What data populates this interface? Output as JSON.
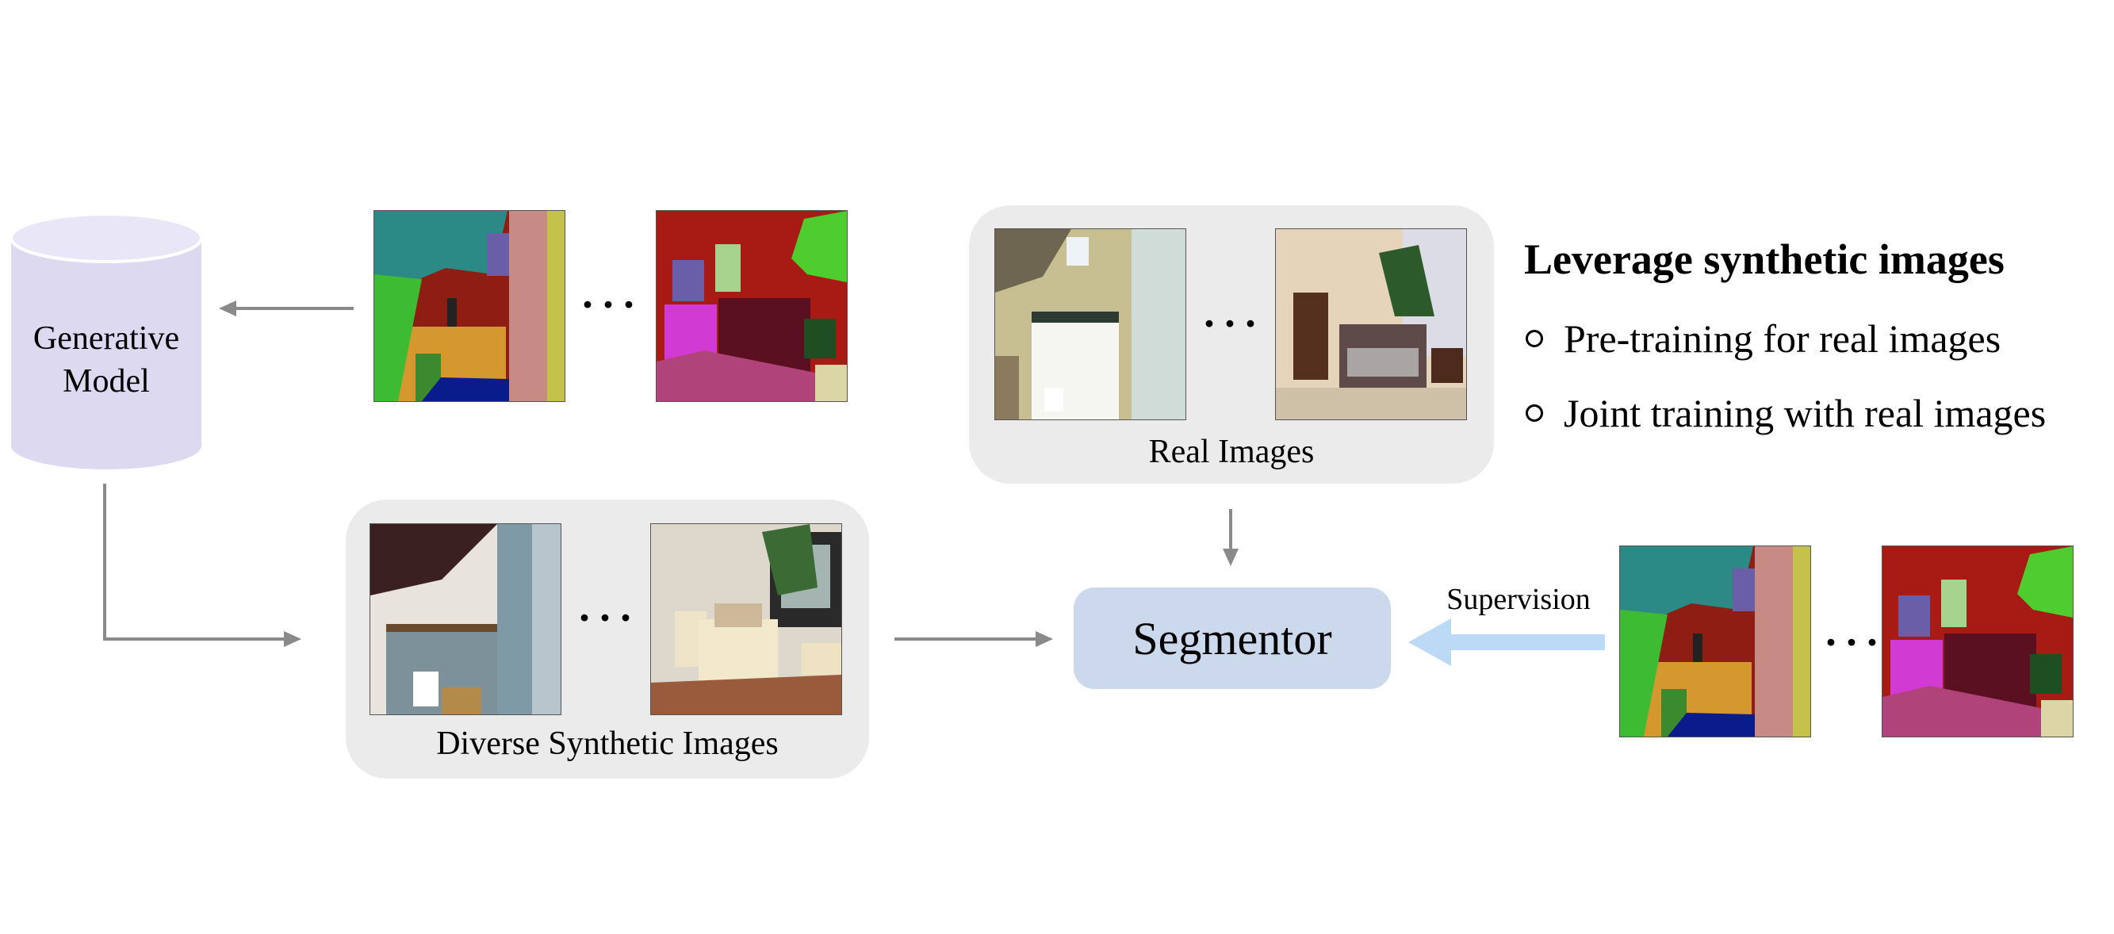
{
  "generative_model": {
    "line1": "Generative",
    "line2": "Model"
  },
  "real_panel": {
    "label": "Real Images"
  },
  "synthetic_panel": {
    "label": "Diverse Synthetic Images"
  },
  "segmentor": {
    "label": "Segmentor"
  },
  "supervision": {
    "label": "Supervision"
  },
  "ellipsis": "···",
  "info": {
    "heading": "Leverage synthetic images",
    "bullets": [
      "Pre-training for real images",
      "Joint training with real images"
    ]
  },
  "colors": {
    "cylinder": "#dcd9f0",
    "panel": "#ebebeb",
    "segmentor_box": "#ccd8ec",
    "arrow_gray": "#8a8a8a",
    "arrow_supervision": "#bcd9f5"
  }
}
